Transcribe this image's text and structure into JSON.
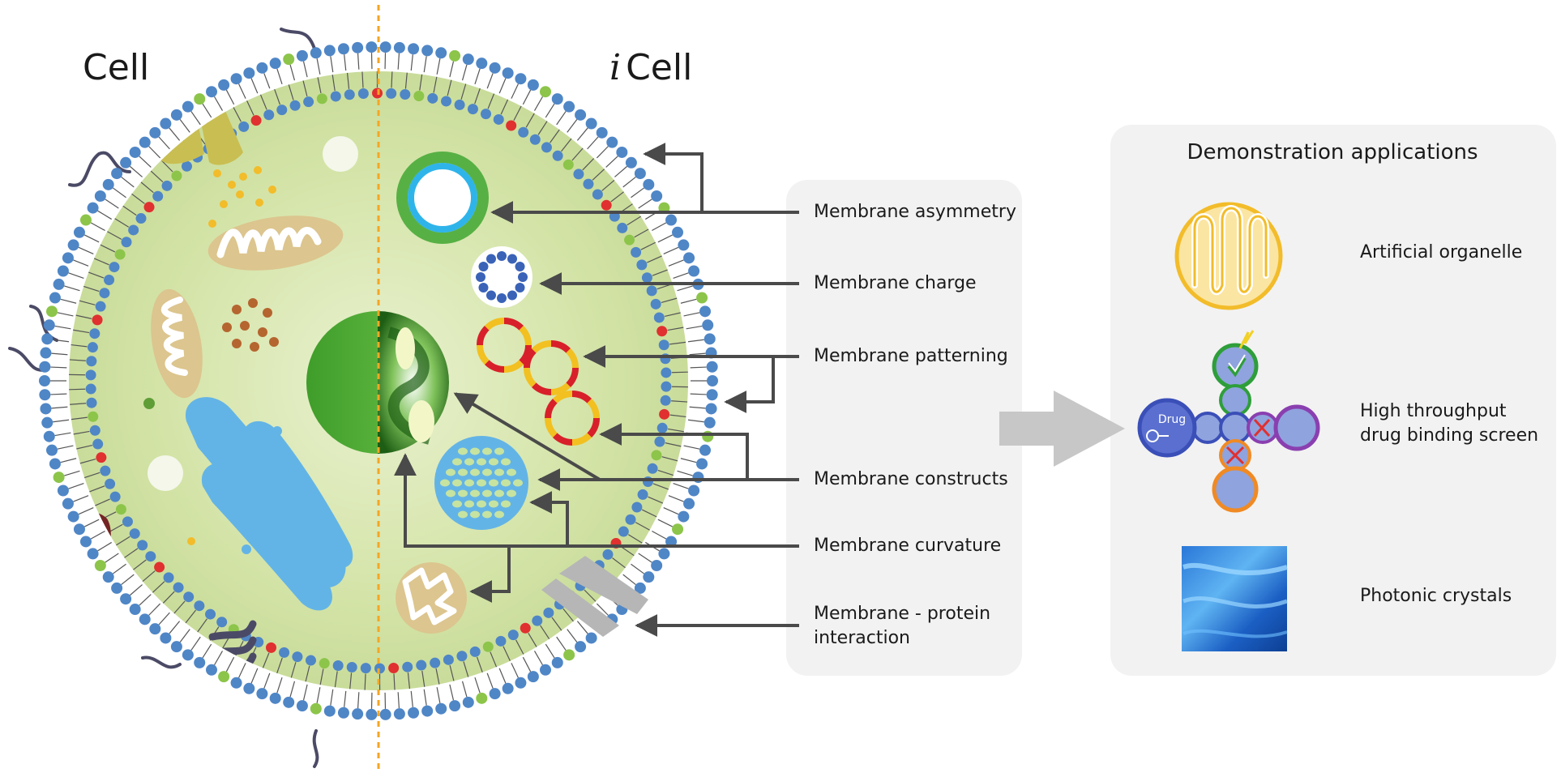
{
  "titles": {
    "cell": "Cell",
    "icell_prefix": "i",
    "icell": "Cell"
  },
  "features": [
    {
      "label": "Membrane asymmetry"
    },
    {
      "label": "Membrane charge"
    },
    {
      "label": "Membrane patterning"
    },
    {
      "label": "Membrane constructs"
    },
    {
      "label": "Membrane curvature"
    },
    {
      "label": "Membrane - protein",
      "label2": "interaction"
    }
  ],
  "applications": {
    "title": "Demonstration applications",
    "items": [
      {
        "label": "Artificial organelle"
      },
      {
        "label": "High throughput",
        "label2": "drug binding screen"
      },
      {
        "label": "Photonic crystals"
      }
    ],
    "drug_text": "Drug"
  },
  "colors": {
    "cytoplasm": "#cfe0a0",
    "panel": "#f2f2f2",
    "arrow": "#4a4a4a",
    "divider": "#f5a623",
    "lipid_blue": "#4f86c6",
    "lipid_green": "#8cc54a",
    "lipid_red": "#e03030"
  }
}
